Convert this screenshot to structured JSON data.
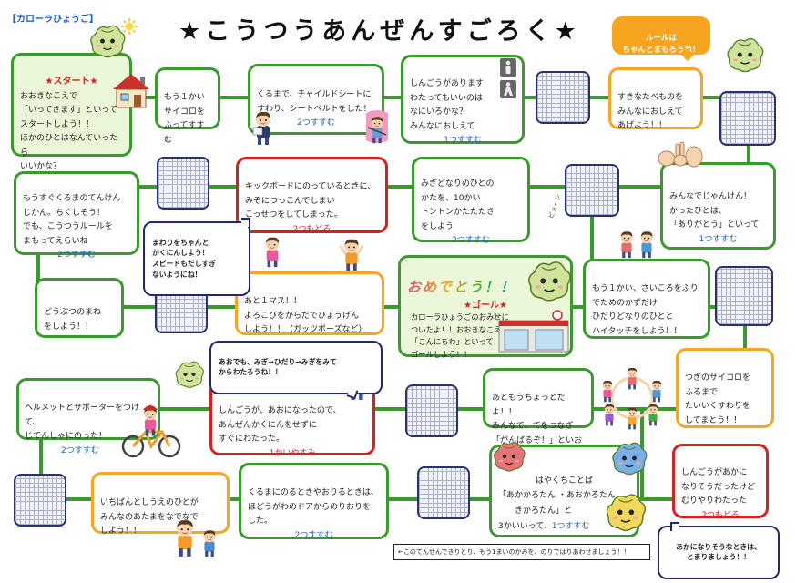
{
  "header": {
    "brand": "【カローラひょうご】",
    "title": "★こうつうあんぜんすごろく★",
    "rule_bubble": "ルールは\nちゃんとまもろうね！"
  },
  "squares": {
    "start": {
      "heading": "★スタート★",
      "body": "おおきなこえで\n「いってきます」といって\nスタートしよう！！\nほかのひとはなんていったら\nいいかな？"
    },
    "roll_again": {
      "body": "もう１かい\nサイコロを\nふってすすむ"
    },
    "child_seat": {
      "body": "くるまで、チャイルドシートに\nすわり、シートベルトをした！",
      "action": "2つすすむ"
    },
    "signal_color": {
      "body": "しんごうがあります\nわたってもいいのは\nなにいろかな？\nみんなにおしえて",
      "action": "1つすすむ"
    },
    "favorite_food": {
      "body": "すきなたべものを\nみんなにおしえて\nあげよう！！"
    },
    "janken": {
      "body": "みんなでじゃんけん！\nかったひとは、\n「ありがとう」といって",
      "action": "1つすすむ"
    },
    "shoulder_tap": {
      "body": "みぎどなりのひとの\nかたを、10かい\nトントンかたたたき\nをしよう",
      "action": "2つすすむ"
    },
    "kickboard": {
      "body": "キックボードにのっているときに、\nみぞにつっこんでしまい\nこっせつをしてしまった。",
      "action": "2つもどる"
    },
    "inspection": {
      "body": "もうすぐくるまのてんけん\nじかん。ちくしそう！\nでも、こうつうルールを\nまもってえらいね",
      "action": "2つすすむ"
    },
    "animal": {
      "body": "どうぶつのまね\nをしよう！！"
    },
    "one_more": {
      "body": "あと１マス！！\nよろこびをからだでひょうげん\nしよう！！（ガッツポーズなど）"
    },
    "goal": {
      "congrats": "おめでとう！！",
      "heading": "★ゴール★",
      "body": "カローラひょうごのおみせに\nついたよ！！おおきなこえで、\n「こんにちわ」といって\nゴールしよう！！"
    },
    "high_five": {
      "body": "もう１かい、さいころをふり\nでためのかずだけ\nひだりどなりのひとと\nハイタッチをしよう！！"
    },
    "sit_wait": {
      "body": "つぎのサイコロを\nふるまで\nたいいくすわりを\nしてまとう！！"
    },
    "hold_hands": {
      "body": "あともうちょっとだよ！！\nみんなで、てをつなぎ\n「がんばるぞ！」といおう"
    },
    "green_rush": {
      "body": "しんごうが、あおになったので、\nあんぜんかくにんをせずに\nすぐにわたった。",
      "action": "1かいやすみ"
    },
    "helmet": {
      "body": "ヘルメットとサポーターをつけて、\nじてんしゃにのった！",
      "action": "2つすすむ"
    },
    "head_pat": {
      "body": "いちばんとしうえのひとが\nみんなのあたまをなでなで\nしよう！！"
    },
    "car_door": {
      "body": "くるまにのるときやおりるときは、\nほどうがわのドアからのりおりを\nした。",
      "action": "2つすすむ"
    },
    "tongue_twister": {
      "heading": "はやくちことば",
      "body": "「あかかろたん ・あおかろたん\n　　きかろたん」と\n3かいいって、",
      "action": "1つすすむ"
    },
    "red_rush": {
      "body": "しんごうがあかに\nなりそうだったけど\nむりやりわたった",
      "action": "2つもどる"
    }
  },
  "bubbles": {
    "speed": "まわりをちゃんと\nかくにんしよう！\nスピードもだしすぎ\nないようにね！",
    "look_both": "あおでも、みぎ→ひだり→みぎをみて\nからわたろうね！！",
    "stop_red": "あかになりそうなときは、\nとまりましょう！！"
  },
  "decor": {
    "pyon": "ピョーン"
  },
  "footer": {
    "cut_note": "←このてんせんできりとり、もう1まいのかみを、のりではりあわせましょう！！"
  },
  "icons": [
    "sun-icon",
    "mascot-icon",
    "house-icon",
    "child-seat-icon",
    "pedestrian-signal-icon",
    "rock-paper-scissors-icon",
    "store-icon",
    "bicycle-icon"
  ],
  "colors": {
    "path_green": "#3a9a2e",
    "forward_blue": "#1a5fc0",
    "back_red": "#d92020",
    "border_orange": "#f5a623",
    "rule_orange": "#f7a51f",
    "bubble_navy": "#1f2a6e"
  }
}
